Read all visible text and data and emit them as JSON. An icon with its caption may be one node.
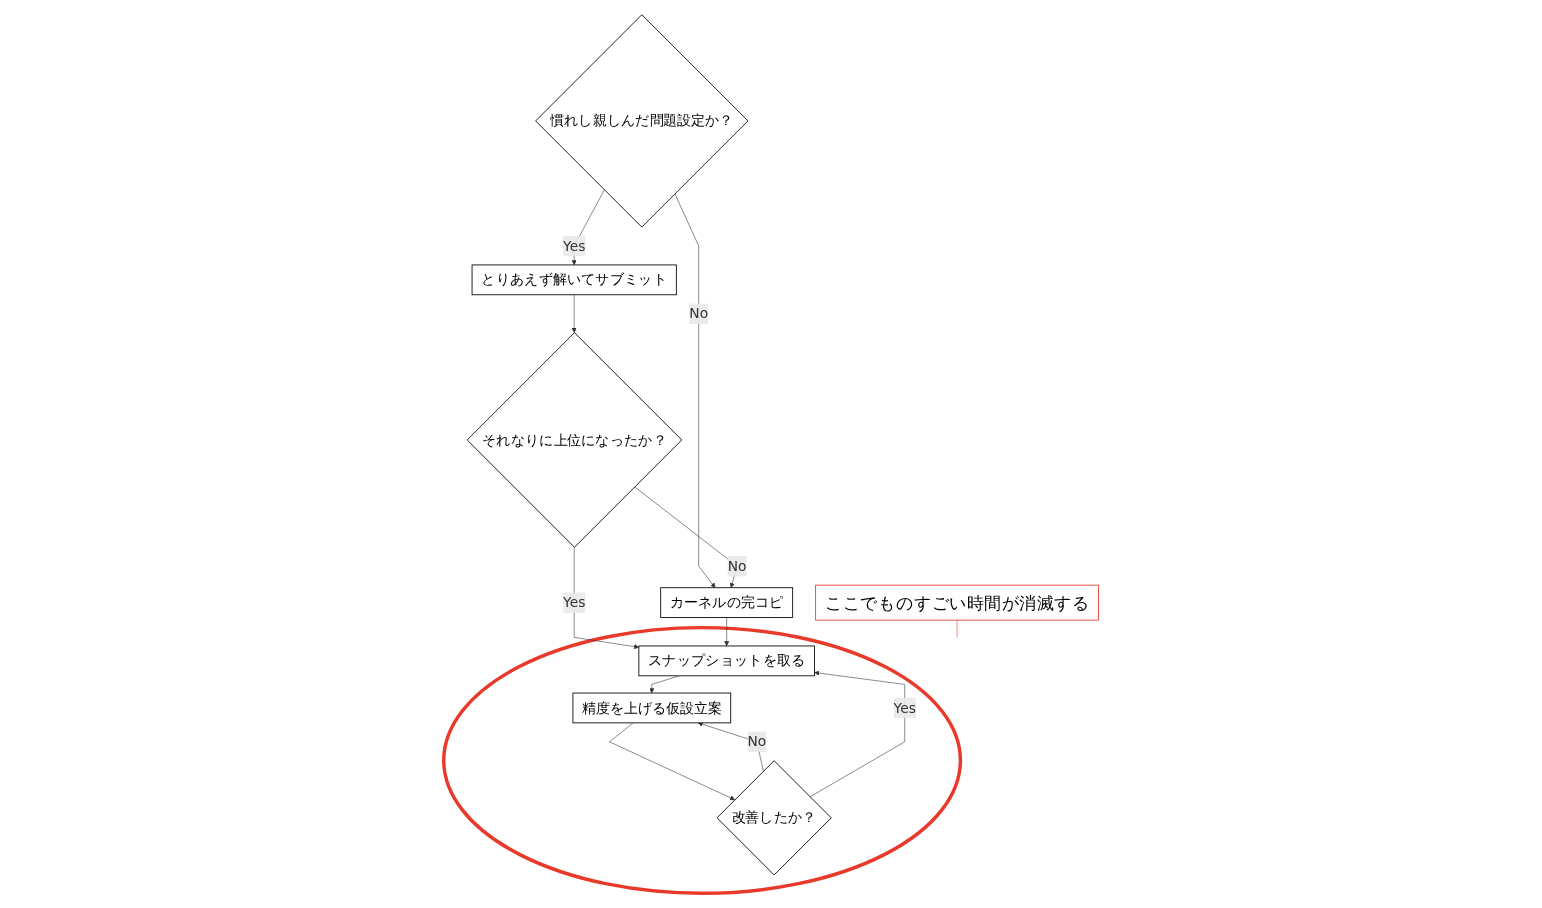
{
  "diagram": {
    "nodes": [
      {
        "text": [
          "慣れし親しんだ問題設定か？"
        ]
      },
      {
        "text": [
          "とりあえず解いてサブミット"
        ]
      },
      {
        "text": [
          "それなりに上位になったか？"
        ]
      },
      {
        "text": [],
        "shape": "circle"
      },
      {
        "text": [
          "スナップショットを取る"
        ],
        "in": 3
      },
      {
        "text": [
          "精度を上げる仮設立案"
        ],
        "in": 3
      },
      {
        "text": [
          "改善したか？"
        ],
        "in": 3
      },
      {
        "text": [
          "カーネルの完コピ"
        ]
      },
      {
        "text": [
          "ここでものすごい時間が消滅する"
        ]
      }
    ],
    "edges": [
      {
        "from": 0,
        "to": 1,
        "label": "Yes",
        "arrow": "to"
      },
      {
        "from": 0,
        "to": 7,
        "label": "No",
        "arrow": "to"
      },
      {
        "from": 1,
        "to": 2,
        "arrow": "to"
      },
      {
        "from": 2,
        "to": 7,
        "label": "No",
        "arrow": "to"
      },
      {
        "from": 2,
        "to": 4,
        "label": "Yes",
        "arrow": "to"
      },
      {
        "from": 4,
        "to": 5,
        "arrow": "to"
      },
      {
        "from": 5,
        "to": 6,
        "arrow": "to"
      },
      {
        "from": 6,
        "to": 5,
        "label": "No",
        "arrow": "to"
      },
      {
        "from": 6,
        "to": 4,
        "label": "Yes",
        "arrow": "to"
      },
      {
        "from": 7,
        "to": 4,
        "arrow": "to"
      },
      {
        "from": 8,
        "to": 3,
        "arrow": "none",
        "color": "#e8392a"
      }
    ]
  }
}
